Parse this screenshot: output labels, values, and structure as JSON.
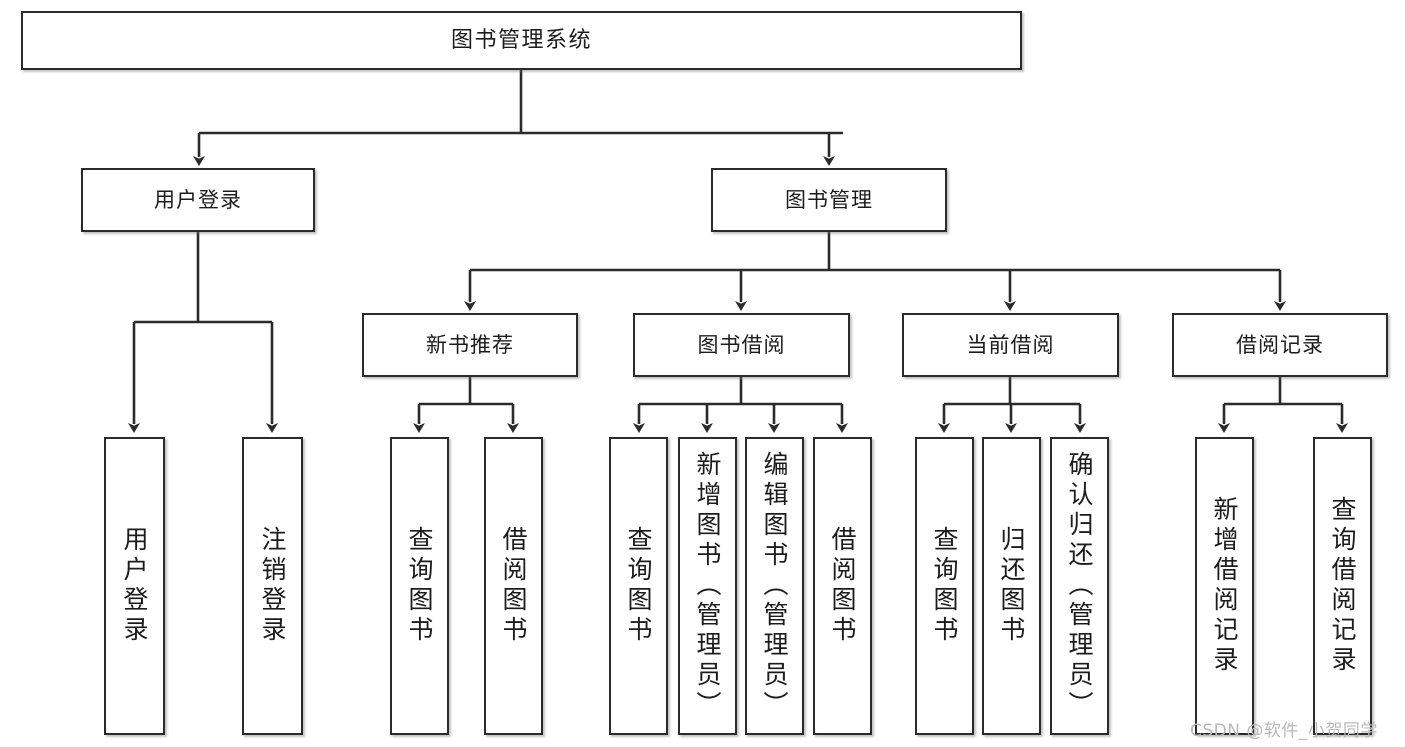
{
  "diagram": {
    "title": "图书管理系统",
    "watermark": "CSDN @软件_小贺同学",
    "accent_color": "#2b2b2b",
    "background_color": "#ffffff",
    "nodes": {
      "root": "图书管理系统",
      "level1": {
        "user_login": "用户登录",
        "book_manage": "图书管理"
      },
      "level2": {
        "new_book_rec": "新书推荐",
        "book_borrow": "图书借阅",
        "current_borrow": "当前借阅",
        "borrow_record": "借阅记录"
      },
      "leaves": {
        "user_login_1": "用户登录",
        "user_login_2": "注销登录",
        "new_book_rec_1": "查询图书",
        "new_book_rec_2": "借阅图书",
        "book_borrow_1": "查询图书",
        "book_borrow_2": "新增图书（管理员）",
        "book_borrow_3": "编辑图书（管理员）",
        "book_borrow_4": "借阅图书",
        "current_borrow_1": "查询图书",
        "current_borrow_2": "归还图书",
        "current_borrow_3": "确认归还（管理员）",
        "borrow_record_1": "新增借阅记录",
        "borrow_record_2": "查询借阅记录"
      }
    }
  }
}
